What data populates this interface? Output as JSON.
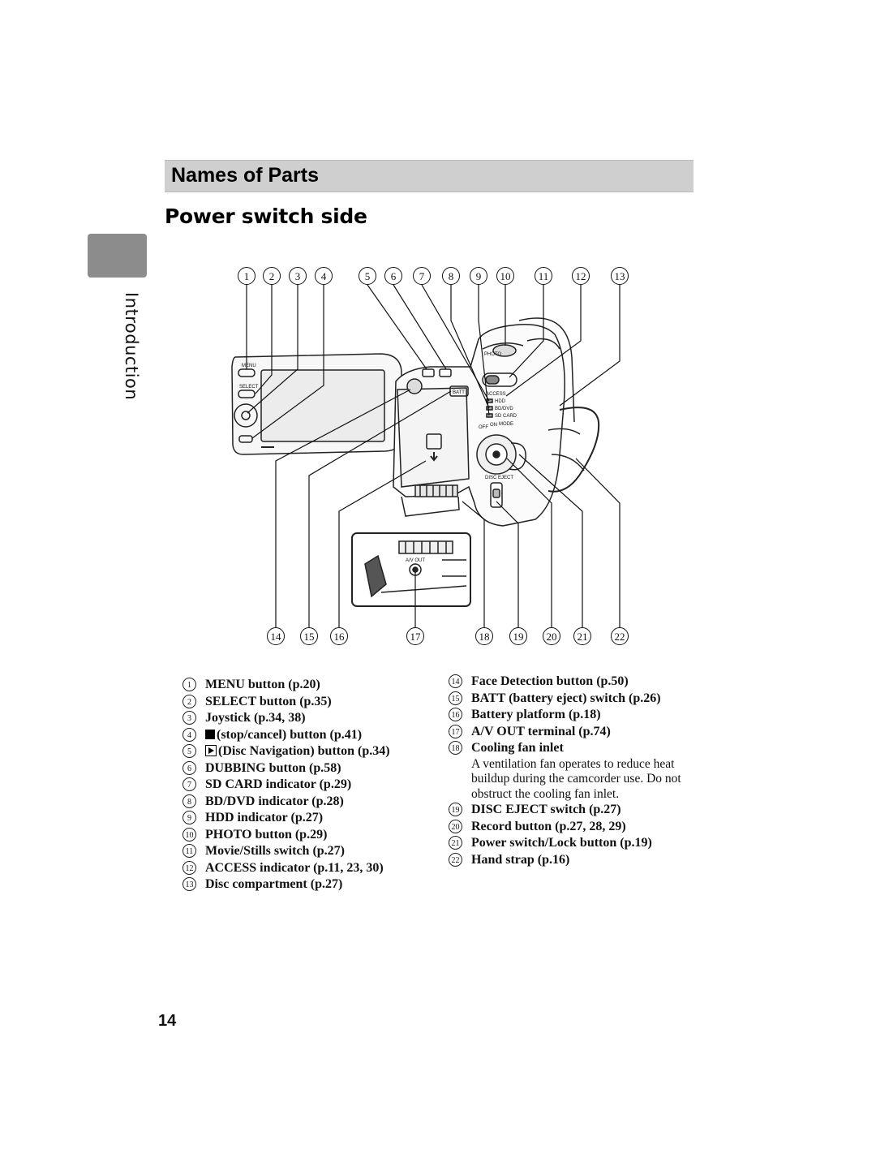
{
  "section": {
    "label": "Introduction"
  },
  "header": {
    "title": "Names of Parts",
    "subtitle": "Power switch side"
  },
  "callouts_top": [
    "1",
    "2",
    "3",
    "4",
    "5",
    "6",
    "7",
    "8",
    "9",
    "10",
    "11",
    "12",
    "13"
  ],
  "callouts_bottom": [
    "14",
    "15",
    "16",
    "17",
    "18",
    "19",
    "20",
    "21",
    "22"
  ],
  "camera_labels": {
    "menu": "MENU",
    "select": "SELECT",
    "batt": "BATT",
    "photo": "PHOTO",
    "access": "ACCESS",
    "hdd": "HDD",
    "bddvd": "BD/DVD",
    "sdcard": "SD CARD",
    "off": "OFF",
    "on": "ON",
    "mode": "MODE",
    "disc_eject": "DISC EJECT",
    "av_out": "A/V OUT"
  },
  "parts_left": [
    {
      "n": "1",
      "text": "MENU button (p.20)"
    },
    {
      "n": "2",
      "text": "SELECT button (p.35)"
    },
    {
      "n": "3",
      "text": "Joystick (p.34, 38)"
    },
    {
      "n": "4",
      "text": "(stop/cancel) button (p.41)",
      "icon": "stop-square-icon"
    },
    {
      "n": "5",
      "text": "(Disc Navigation) button (p.34)",
      "icon": "play-box-icon"
    },
    {
      "n": "6",
      "text": "DUBBING button (p.58)"
    },
    {
      "n": "7",
      "text": "SD CARD indicator (p.29)"
    },
    {
      "n": "8",
      "text": "BD/DVD indicator (p.28)"
    },
    {
      "n": "9",
      "text": "HDD indicator (p.27)"
    },
    {
      "n": "10",
      "text": "PHOTO button (p.29)"
    },
    {
      "n": "11",
      "text": "Movie/Stills switch (p.27)"
    },
    {
      "n": "12",
      "text": "ACCESS indicator (p.11, 23, 30)"
    },
    {
      "n": "13",
      "text": "Disc compartment (p.27)"
    }
  ],
  "parts_right": [
    {
      "n": "14",
      "text": "Face Detection button (p.50)"
    },
    {
      "n": "15",
      "text": "BATT (battery eject) switch (p.26)"
    },
    {
      "n": "16",
      "text": "Battery platform (p.18)"
    },
    {
      "n": "17",
      "text": "A/V OUT terminal (p.74)"
    },
    {
      "n": "18",
      "text": "Cooling fan inlet",
      "desc": "A ventilation fan operates to reduce heat buildup during the camcorder use. Do not obstruct the cooling fan inlet."
    },
    {
      "n": "19",
      "text": "DISC EJECT switch (p.27)"
    },
    {
      "n": "20",
      "text": "Record button (p.27, 28, 29)"
    },
    {
      "n": "21",
      "text": "Power switch/Lock button (p.19)"
    },
    {
      "n": "22",
      "text": "Hand strap (p.16)"
    }
  ],
  "page": {
    "number": "14"
  }
}
